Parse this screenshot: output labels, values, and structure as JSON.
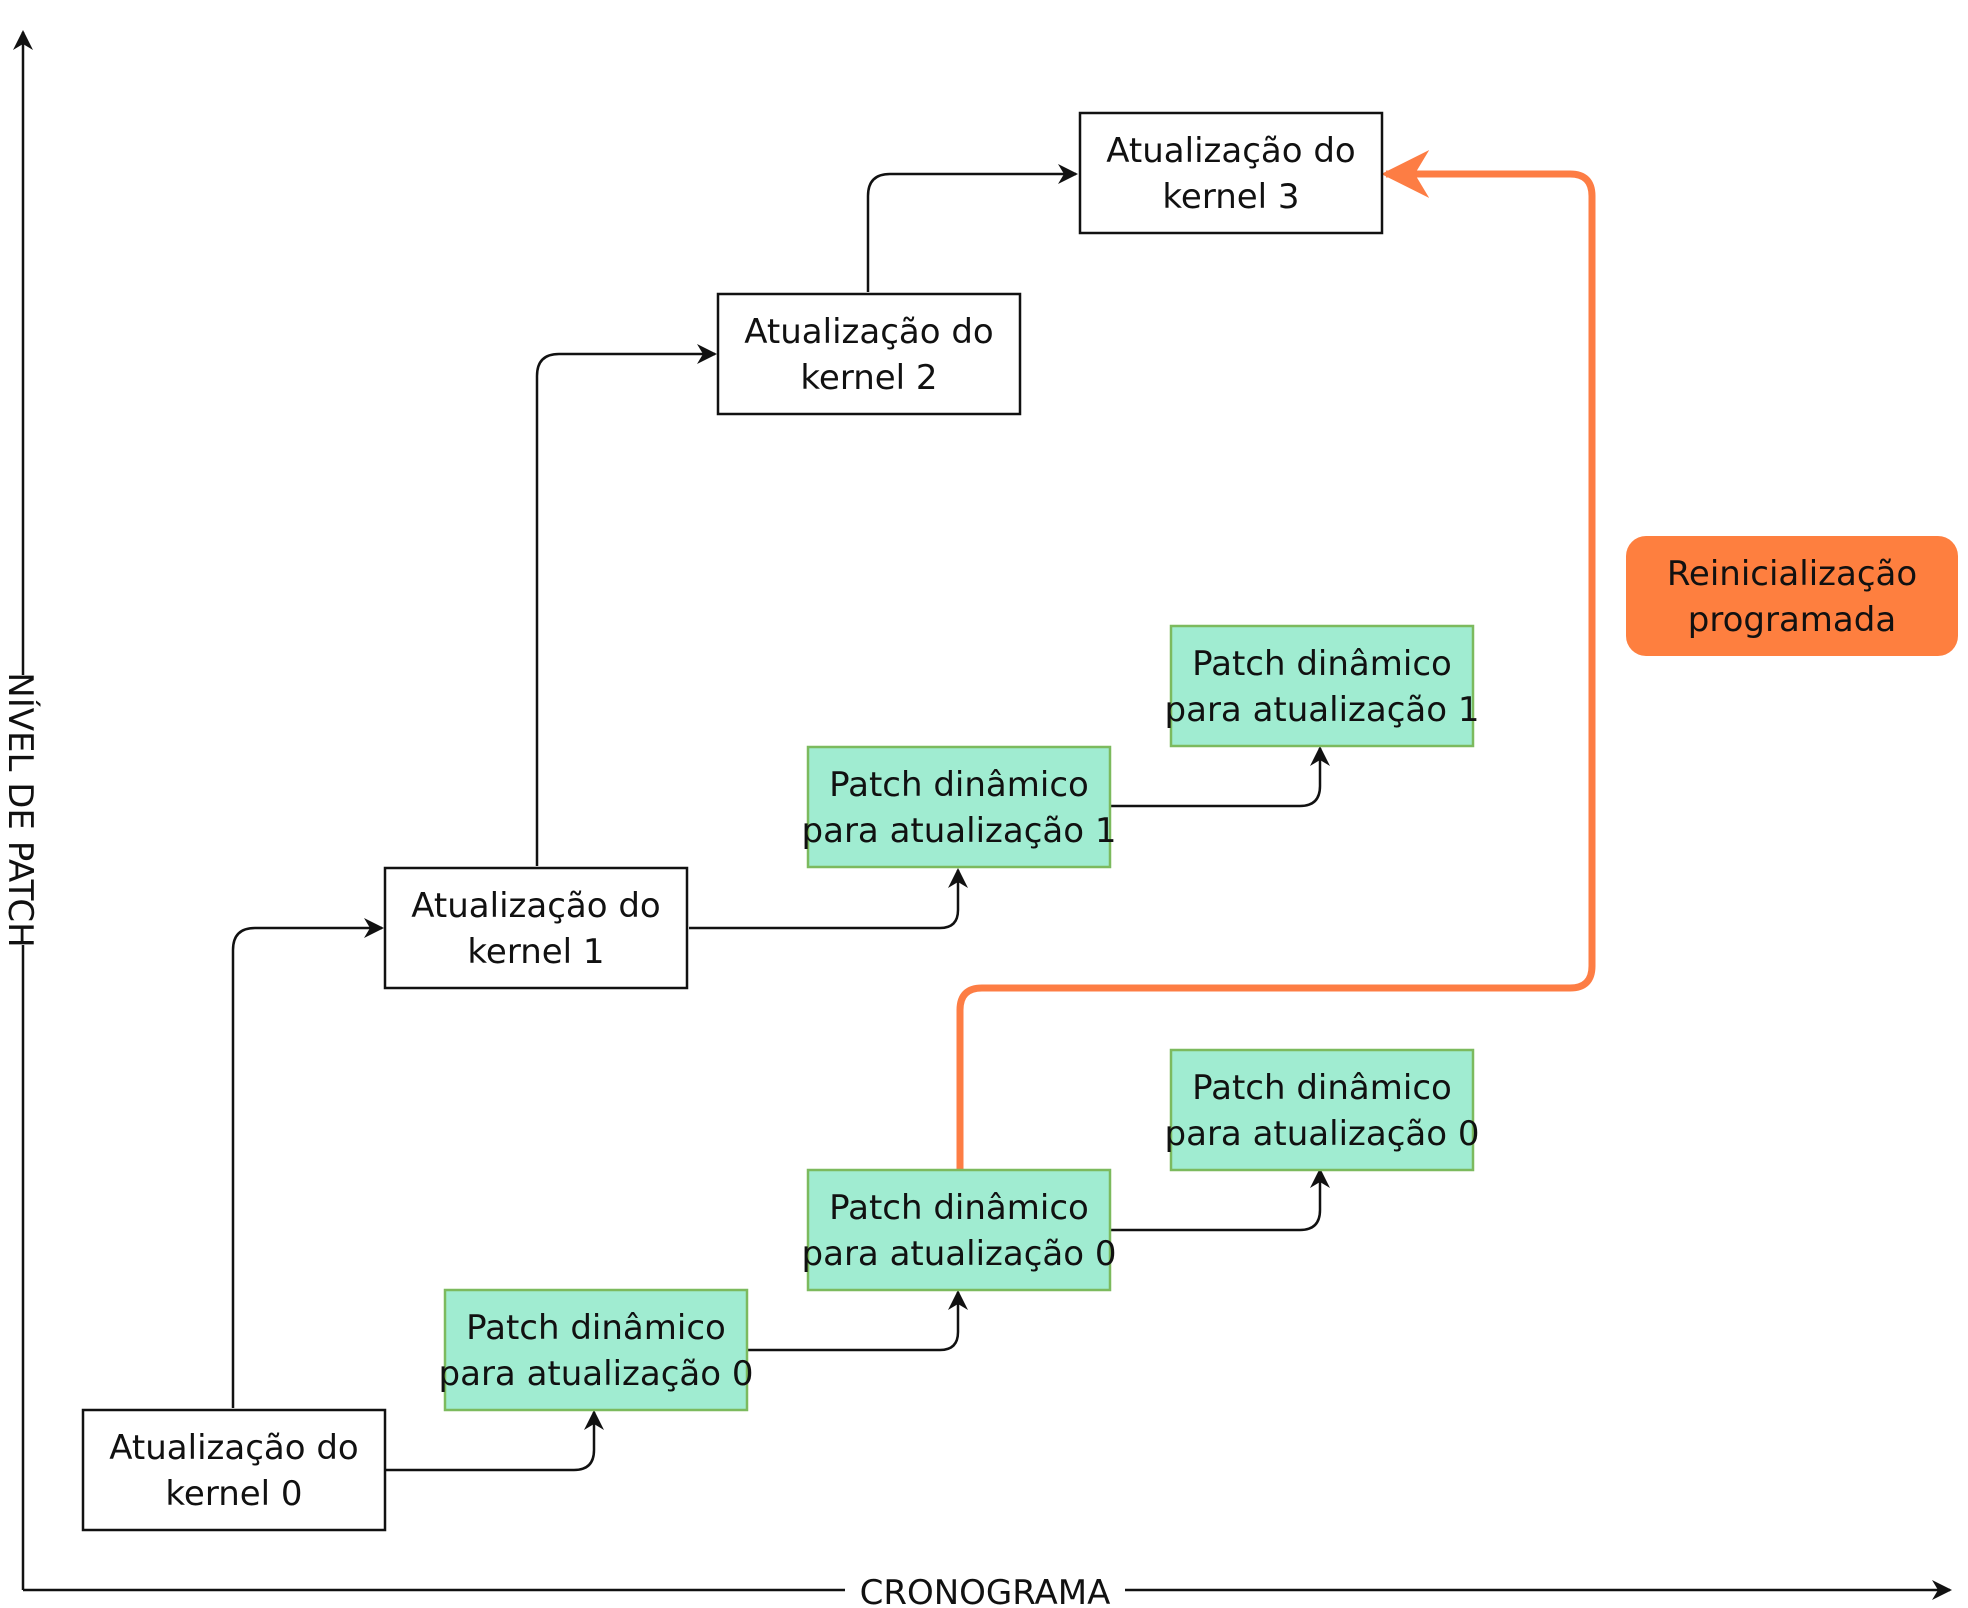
{
  "axes": {
    "y_label": "NÍVEL DE PATCH",
    "x_label": "CRONOGRAMA"
  },
  "colors": {
    "kernel_fill": "#ffffff",
    "kernel_stroke": "#111111",
    "patch_fill": "#a0ecd1",
    "patch_stroke": "#7cba5e",
    "restart_fill": "#fe7f3f",
    "restart_arrow": "#fd7d44",
    "line": "#111111"
  },
  "kernel_updates": {
    "k0": {
      "line1": "Atualização do",
      "line2": "kernel 0"
    },
    "k1": {
      "line1": "Atualização do",
      "line2": "kernel 1"
    },
    "k2": {
      "line1": "Atualização do",
      "line2": "kernel 2"
    },
    "k3": {
      "line1": "Atualização do",
      "line2": "kernel 3"
    }
  },
  "patches": {
    "p0a": {
      "line1": "Patch dinâmico",
      "line2": "para atualização 0"
    },
    "p0b": {
      "line1": "Patch dinâmico",
      "line2": "para atualização 0"
    },
    "p0c": {
      "line1": "Patch dinâmico",
      "line2": "para atualização 0"
    },
    "p1a": {
      "line1": "Patch dinâmico",
      "line2": "para atualização 1"
    },
    "p1b": {
      "line1": "Patch dinâmico",
      "line2": "para atualização 1"
    }
  },
  "restart": {
    "line1": "Reinicialização",
    "line2": "programada"
  }
}
